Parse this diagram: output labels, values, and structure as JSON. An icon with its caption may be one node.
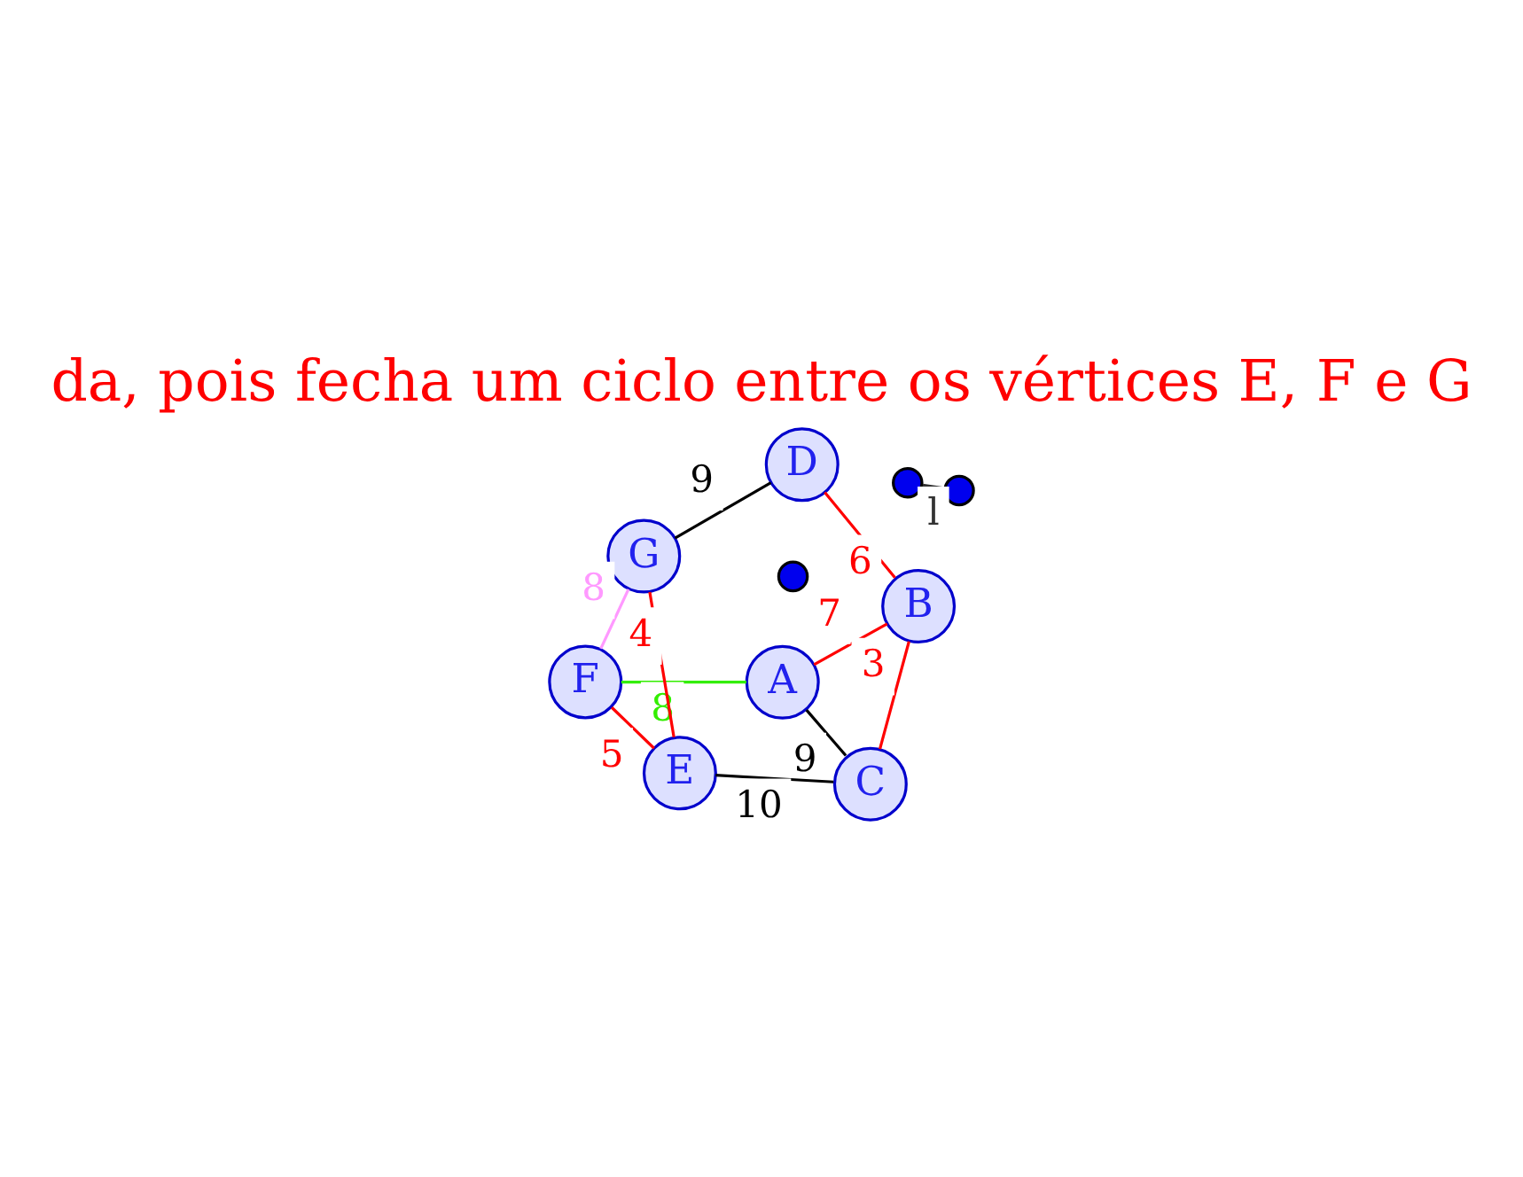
{
  "diagram": {
    "title": "da, pois fecha um ciclo entre os vértices E, F e G",
    "nodes": [
      {
        "text": [
          "A"
        ]
      },
      {
        "text": [
          "B"
        ]
      },
      {
        "text": [
          "C"
        ]
      },
      {
        "text": [
          "D"
        ]
      },
      {
        "text": [
          "E"
        ]
      },
      {
        "text": [
          "F"
        ]
      },
      {
        "text": [
          "G"
        ]
      },
      {
        "text": [],
        "shape": "circle"
      },
      {
        "text": [],
        "shape": "circle"
      },
      {
        "text": [],
        "shape": "circle"
      }
    ],
    "edges": [
      {
        "from": 0,
        "to": 1,
        "arrow": "none",
        "label": "7",
        "color": "#ff0000"
      },
      {
        "from": 0,
        "to": 2,
        "arrow": "none",
        "label": "9",
        "color": "#000000"
      },
      {
        "from": 0,
        "to": 5,
        "arrow": "none",
        "label": "8",
        "color": "#33ee00"
      },
      {
        "from": 1,
        "to": 2,
        "arrow": "none",
        "label": "3",
        "color": "#ff0000"
      },
      {
        "from": 1,
        "to": 3,
        "arrow": "none",
        "label": "6",
        "color": "#ff0000"
      },
      {
        "from": 6,
        "to": 3,
        "arrow": "none",
        "label": "9",
        "color": "#000000"
      },
      {
        "from": 4,
        "to": 2,
        "arrow": "none",
        "label": "10",
        "color": "#000000"
      },
      {
        "from": 6,
        "to": 4,
        "arrow": "none",
        "label": "4",
        "color": "#ff0000"
      },
      {
        "from": 6,
        "to": 5,
        "arrow": "none",
        "label": "8",
        "color": "#ff99ff"
      },
      {
        "from": 4,
        "to": 5,
        "arrow": "none",
        "label": "5",
        "color": "#ff0000"
      },
      {
        "from": 7,
        "to": 8,
        "arrow": "none",
        "label": "l",
        "color": "#333333"
      }
    ]
  }
}
